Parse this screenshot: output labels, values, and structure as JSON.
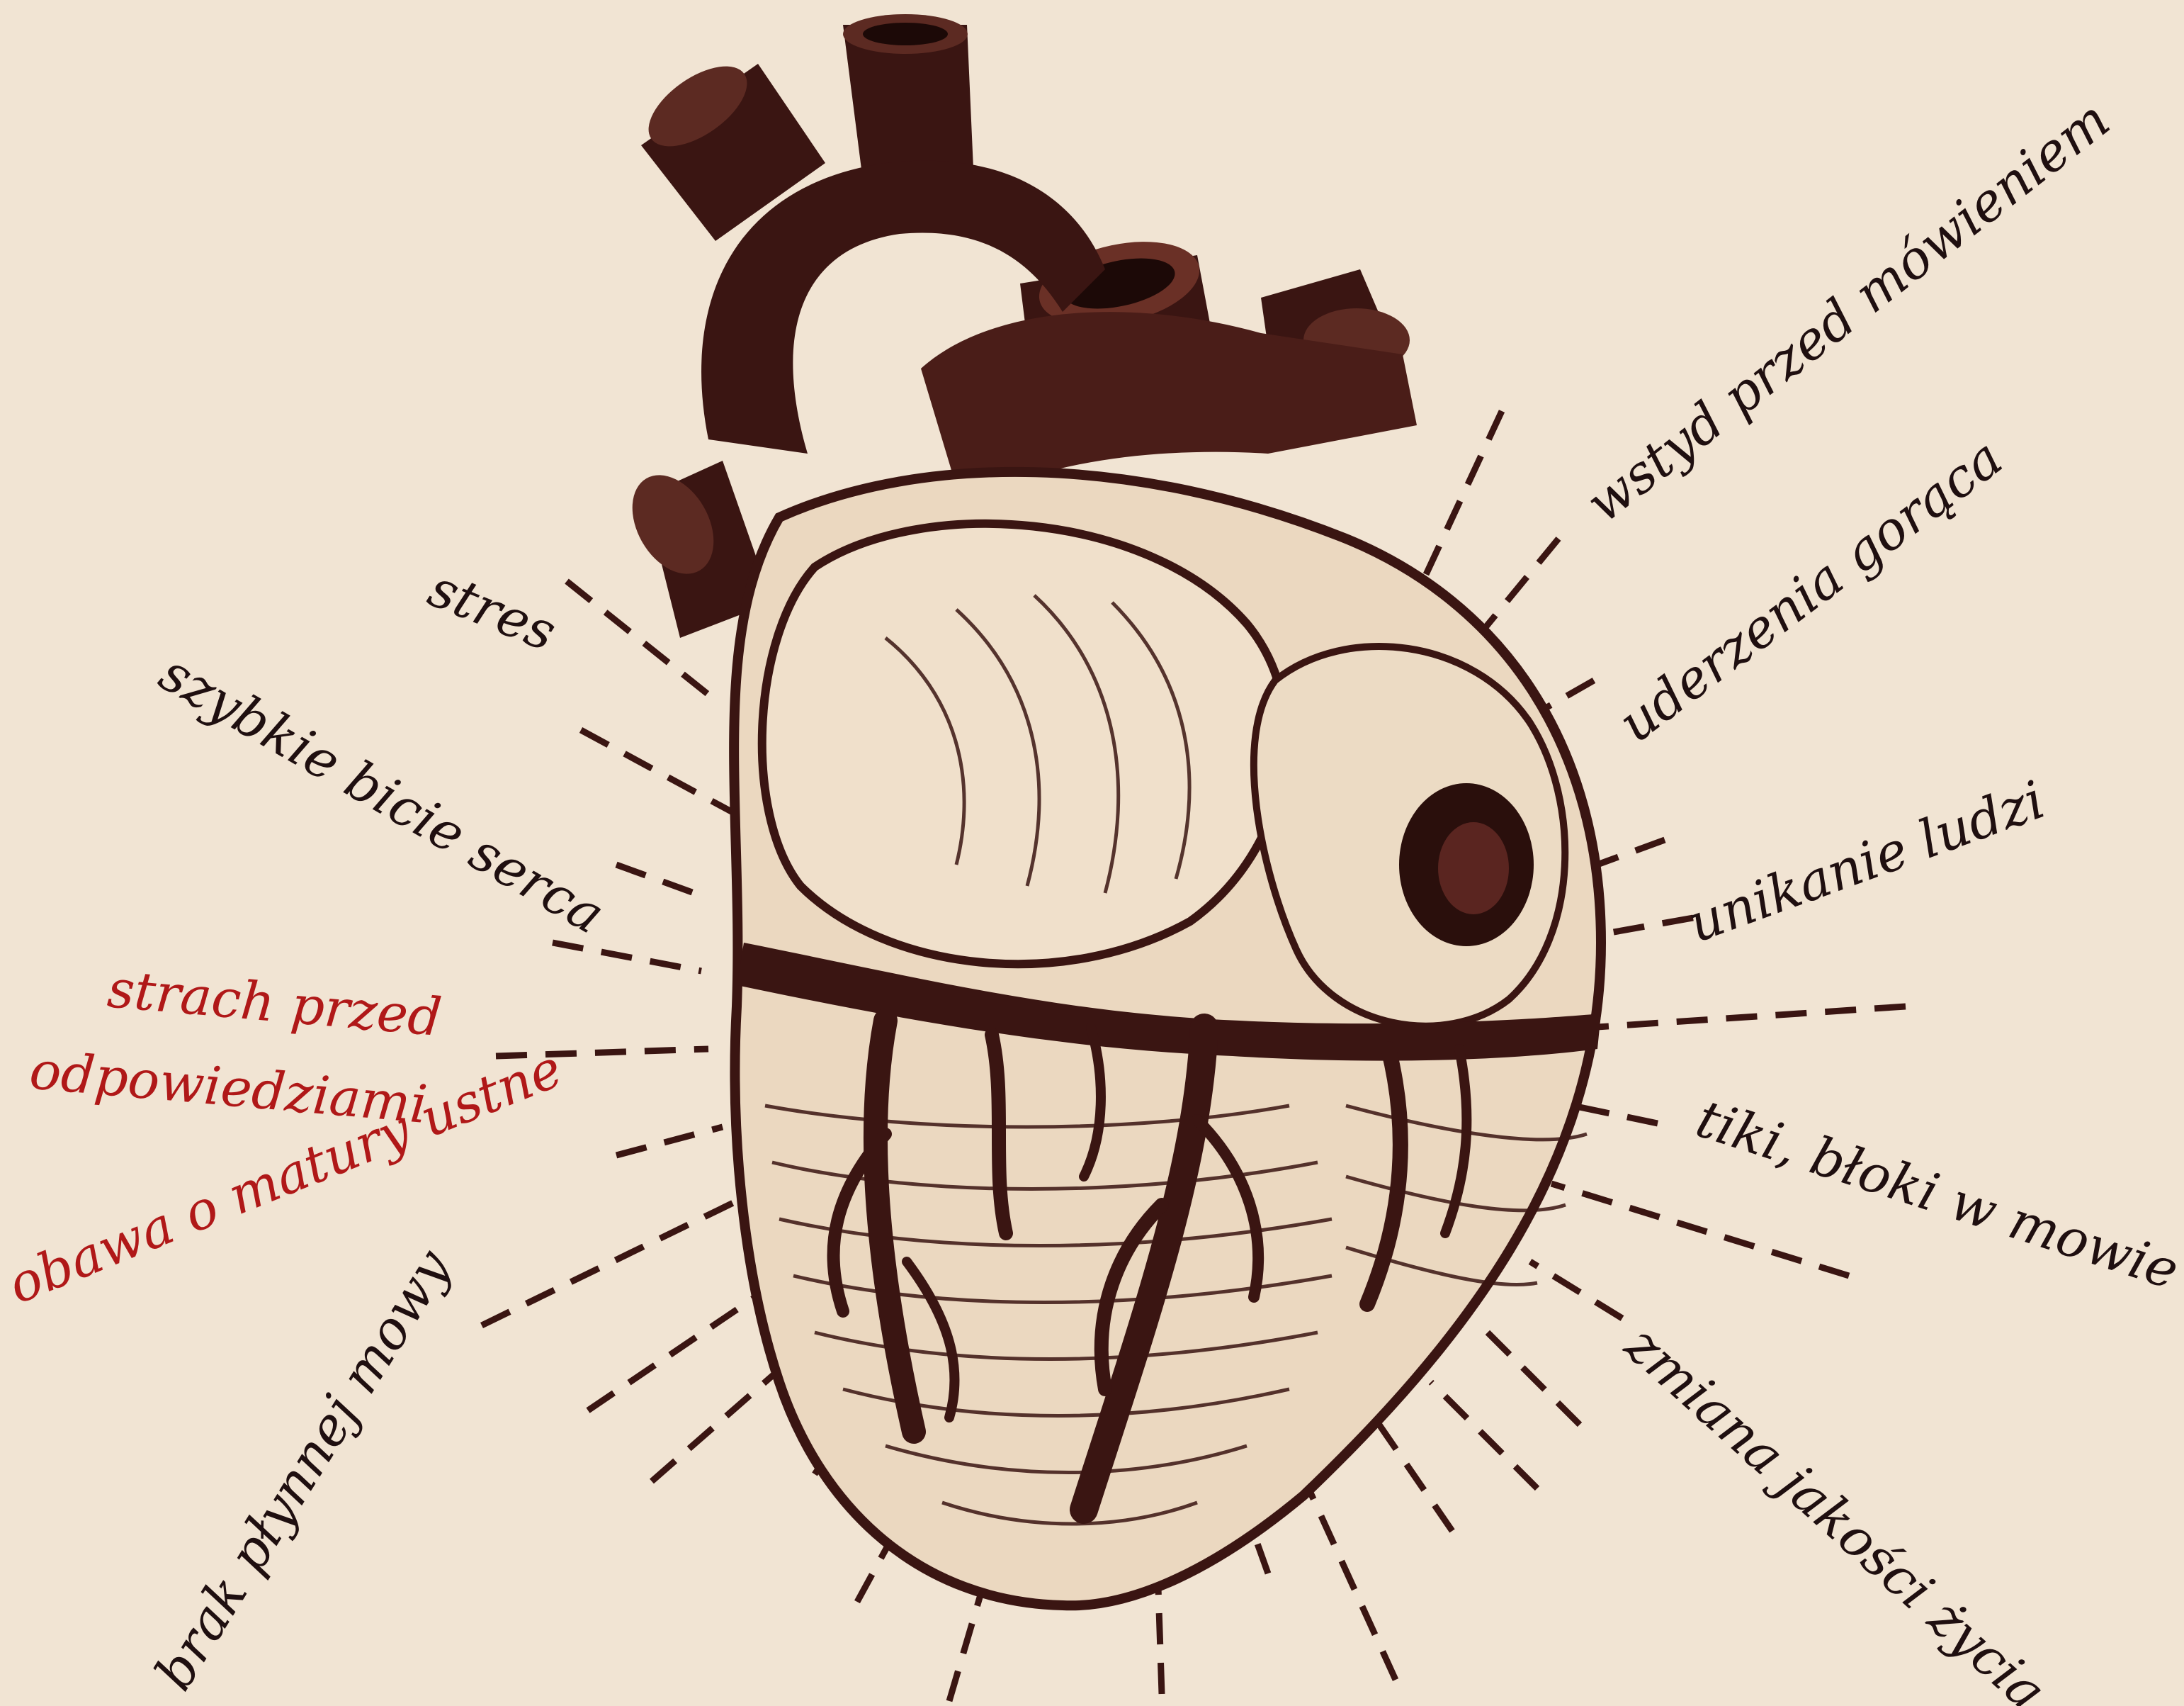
{
  "diagram": {
    "labels": {
      "stres": "stres",
      "szybkie": "szybkie bicie serca",
      "strach_line1": "strach przed",
      "strach_line2": "odpowiedziami",
      "obawa": "obawa o matury ustne",
      "brak": "brak płynnej mowy",
      "wstyd": "wstyd przed mówieniem",
      "uderzenia": "uderzenia gorąca",
      "unikanie": "unikanie ludzi",
      "tiki": "tiki, błoki w mowie",
      "zmiana": "zmiana jakości życia"
    },
    "colors": {
      "background": "#f1e4d3",
      "ink": "#3a1512",
      "text": "#1f0f10",
      "highlight": "#b01818"
    },
    "illustration": "anatomical-heart-engraving"
  }
}
